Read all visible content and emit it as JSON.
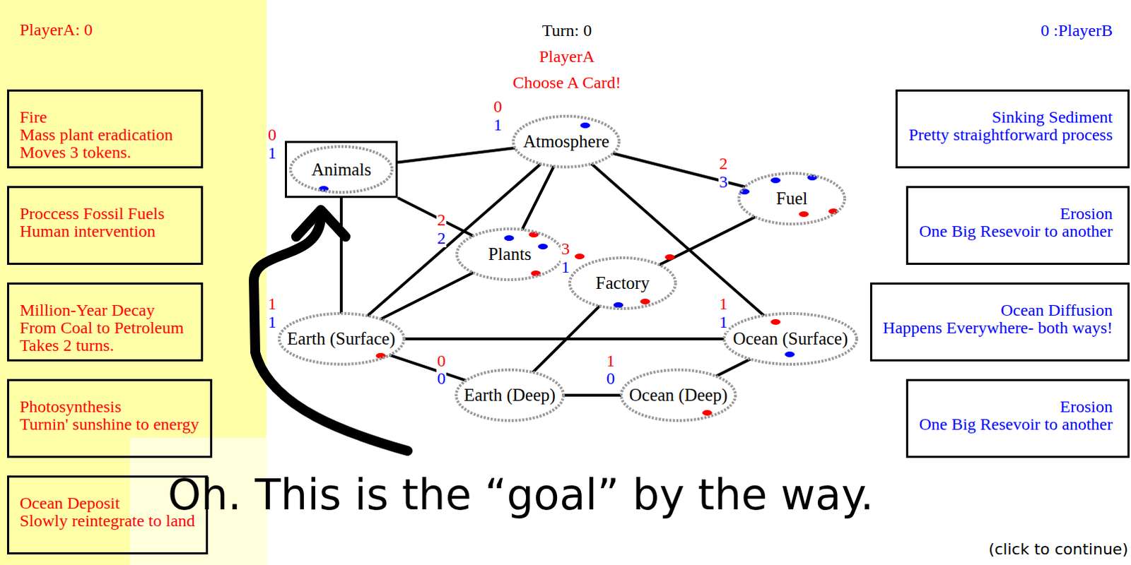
{
  "diagram": {
    "nodes": [
      {
        "text": [
          "Fire",
          "Mass plant eradication",
          "Moves 3 tokens."
        ]
      },
      {
        "text": [
          "Proccess Fossil Fuels",
          "Human intervention"
        ]
      },
      {
        "text": [
          "Million-Year Decay",
          "From Coal to Petroleum",
          "Takes 2 turns."
        ]
      },
      {
        "text": [
          "Photosynthesis",
          "Turnin' sunshine to energy"
        ]
      },
      {
        "text": [
          "Ocean Deposit",
          "Slowly reintegrate to land"
        ]
      },
      {
        "text": [
          "Atmosphere"
        ]
      },
      {
        "text": [
          "Animals"
        ]
      },
      {
        "text": [
          "Fuel"
        ]
      },
      {
        "text": [
          "Plants"
        ]
      },
      {
        "text": [
          "Factory"
        ]
      },
      {
        "text": [
          "Earth (Surface)"
        ]
      },
      {
        "text": [
          "Ocean (Surface)"
        ]
      },
      {
        "text": [
          "Earth (Deep)"
        ]
      },
      {
        "text": [
          "Ocean (Deep)"
        ]
      },
      {
        "text": [
          "Sinking Sediment",
          "Pretty straightforward process"
        ]
      },
      {
        "text": [
          "Erosion",
          "One Big Resevoir to another"
        ]
      },
      {
        "text": [
          "Ocean Diffusion",
          "Happens Everywhere- both ways!"
        ]
      },
      {
        "text": [
          "Erosion",
          "One Big Resevoir to another"
        ]
      }
    ],
    "edges": [
      {
        "from": 6,
        "to": 5,
        "arrow": "none"
      },
      {
        "from": 6,
        "to": 8,
        "arrow": "none"
      },
      {
        "from": 6,
        "to": 10,
        "arrow": "none"
      },
      {
        "from": 5,
        "to": 8,
        "arrow": "none"
      },
      {
        "from": 5,
        "to": 10,
        "arrow": "none"
      },
      {
        "from": 5,
        "to": 7,
        "arrow": "none"
      },
      {
        "from": 5,
        "to": 11,
        "arrow": "none"
      },
      {
        "from": 8,
        "to": 10,
        "arrow": "none"
      },
      {
        "from": 7,
        "to": 9,
        "arrow": "none"
      },
      {
        "from": 9,
        "to": 12,
        "arrow": "none"
      },
      {
        "from": 10,
        "to": 11,
        "arrow": "none"
      },
      {
        "from": 10,
        "to": 12,
        "arrow": "none"
      },
      {
        "from": 12,
        "to": 13,
        "arrow": "none"
      },
      {
        "from": 13,
        "to": 11,
        "arrow": "none"
      }
    ],
    "labels": [
      "PlayerA: 0",
      "Turn: 0",
      "PlayerA",
      "Choose A Card!",
      "0 :PlayerB",
      "0",
      "1",
      "0",
      "1",
      "2",
      "3",
      "2",
      "2",
      "3",
      "1",
      "1",
      "1",
      "1",
      "1",
      "0",
      "0",
      "1",
      "0",
      "Oh. This is the “goal” by the way.",
      "(click to continue)"
    ]
  }
}
